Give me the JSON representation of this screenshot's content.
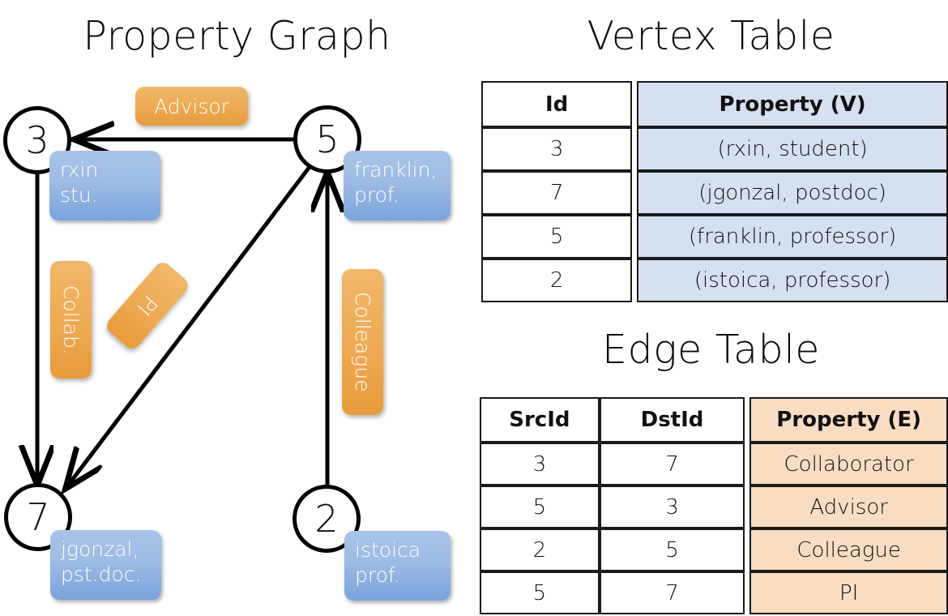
{
  "graph": {
    "title": "Property Graph",
    "nodes": [
      {
        "id": "3",
        "property": "rxin\nstu."
      },
      {
        "id": "5",
        "property": "franklin,\nprof."
      },
      {
        "id": "7",
        "property": "jgonzal,\npst.doc."
      },
      {
        "id": "2",
        "property": "istoica\nprof."
      }
    ],
    "edge_labels": [
      {
        "name": "advisor",
        "text": "Advisor"
      },
      {
        "name": "collab",
        "text": "Collab."
      },
      {
        "name": "pi",
        "text": "PI"
      },
      {
        "name": "colleague",
        "text": "Colleague"
      }
    ],
    "edges": [
      {
        "src": "5",
        "dst": "3",
        "label": "Advisor"
      },
      {
        "src": "3",
        "dst": "7",
        "label": "Collab."
      },
      {
        "src": "5",
        "dst": "7",
        "label": "PI"
      },
      {
        "src": "2",
        "dst": "5",
        "label": "Colleague"
      }
    ]
  },
  "vertex_table": {
    "title": "Vertex Table",
    "headers": [
      "Id",
      "Property (V)"
    ],
    "rows": [
      {
        "id": "3",
        "property": "(rxin, student)"
      },
      {
        "id": "7",
        "property": "(jgonzal, postdoc)"
      },
      {
        "id": "5",
        "property": "(franklin, professor)"
      },
      {
        "id": "2",
        "property": "(istoica, professor)"
      }
    ]
  },
  "edge_table": {
    "title": "Edge Table",
    "headers": [
      "SrcId",
      "DstId",
      "Property (E)"
    ],
    "rows": [
      {
        "src": "3",
        "dst": "7",
        "property": "Collaborator"
      },
      {
        "src": "5",
        "dst": "3",
        "property": "Advisor"
      },
      {
        "src": "2",
        "dst": "5",
        "property": "Colleague"
      },
      {
        "src": "5",
        "dst": "7",
        "property": "PI"
      }
    ]
  },
  "colors": {
    "vertex_property_fill": "#d5e0f1",
    "edge_property_fill": "#f8ddc2",
    "node_box_blue": "#9dbbe4",
    "edge_label_orange": "#eeab55",
    "stroke": "#000000"
  }
}
